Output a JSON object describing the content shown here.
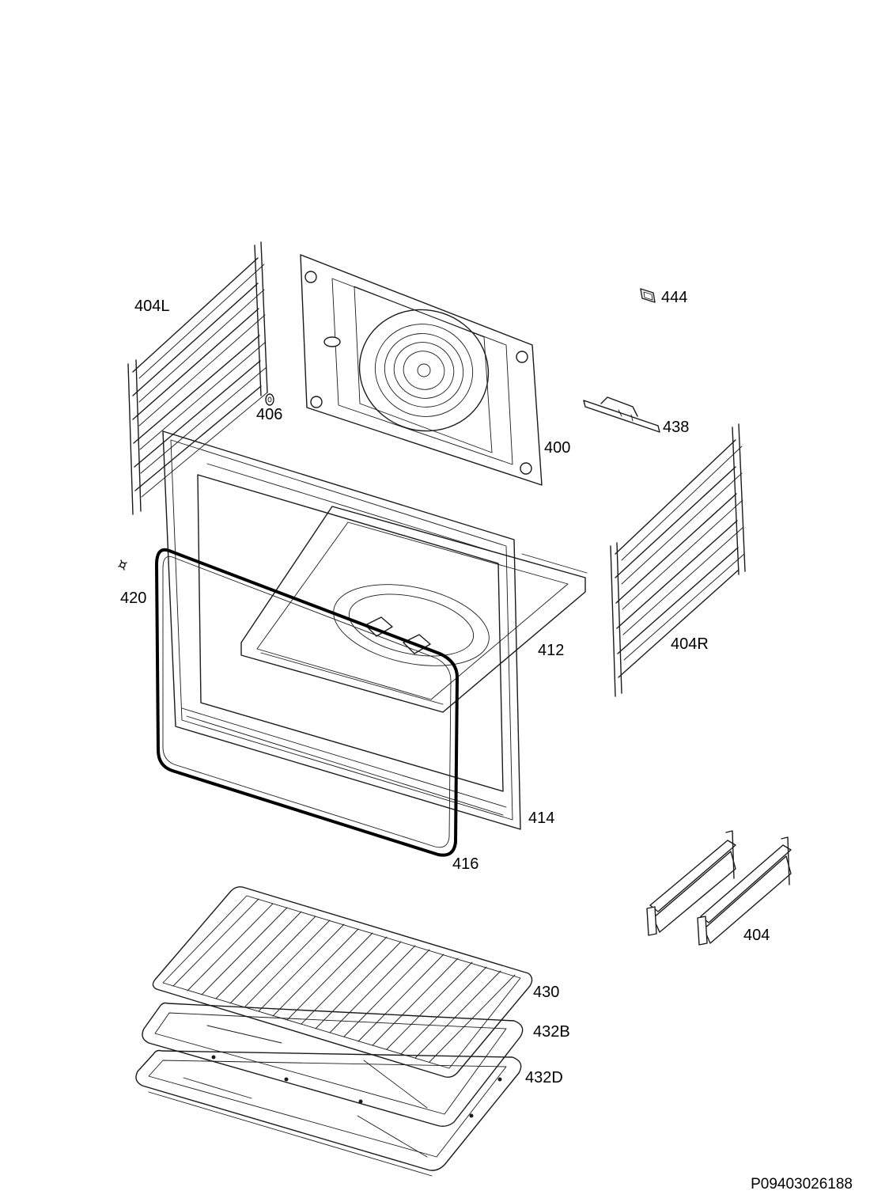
{
  "labels": {
    "rack_left": "404L",
    "fan_cover": "400",
    "clip_444": "444",
    "clip_406": "406",
    "bracket_438": "438",
    "rack_right": "404R",
    "cavity_412": "412",
    "frame_414": "414",
    "gasket_416": "416",
    "screw_420": "420",
    "telescopic_404": "404",
    "grid_430": "430",
    "tray_432b": "432B",
    "tray_432d": "432D"
  },
  "document_id": "P09403026188"
}
